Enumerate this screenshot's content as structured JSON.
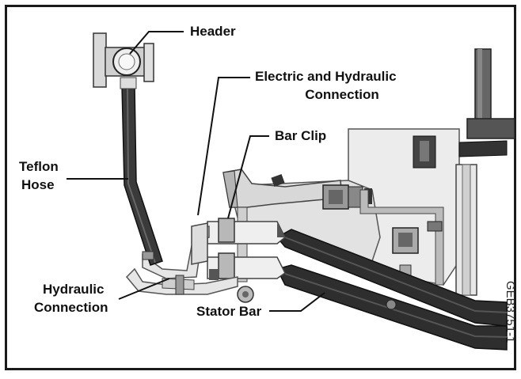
{
  "labels": {
    "header": "Header",
    "electric_hydraulic_1": "Electric and Hydraulic",
    "electric_hydraulic_2": "Connection",
    "bar_clip": "Bar Clip",
    "teflon_1": "Teflon",
    "teflon_2": "Hose",
    "hydraulic_1": "Hydraulic",
    "hydraulic_2": "Connection",
    "stator_bar": "Stator Bar"
  },
  "figure_id": "GEB3751-1"
}
